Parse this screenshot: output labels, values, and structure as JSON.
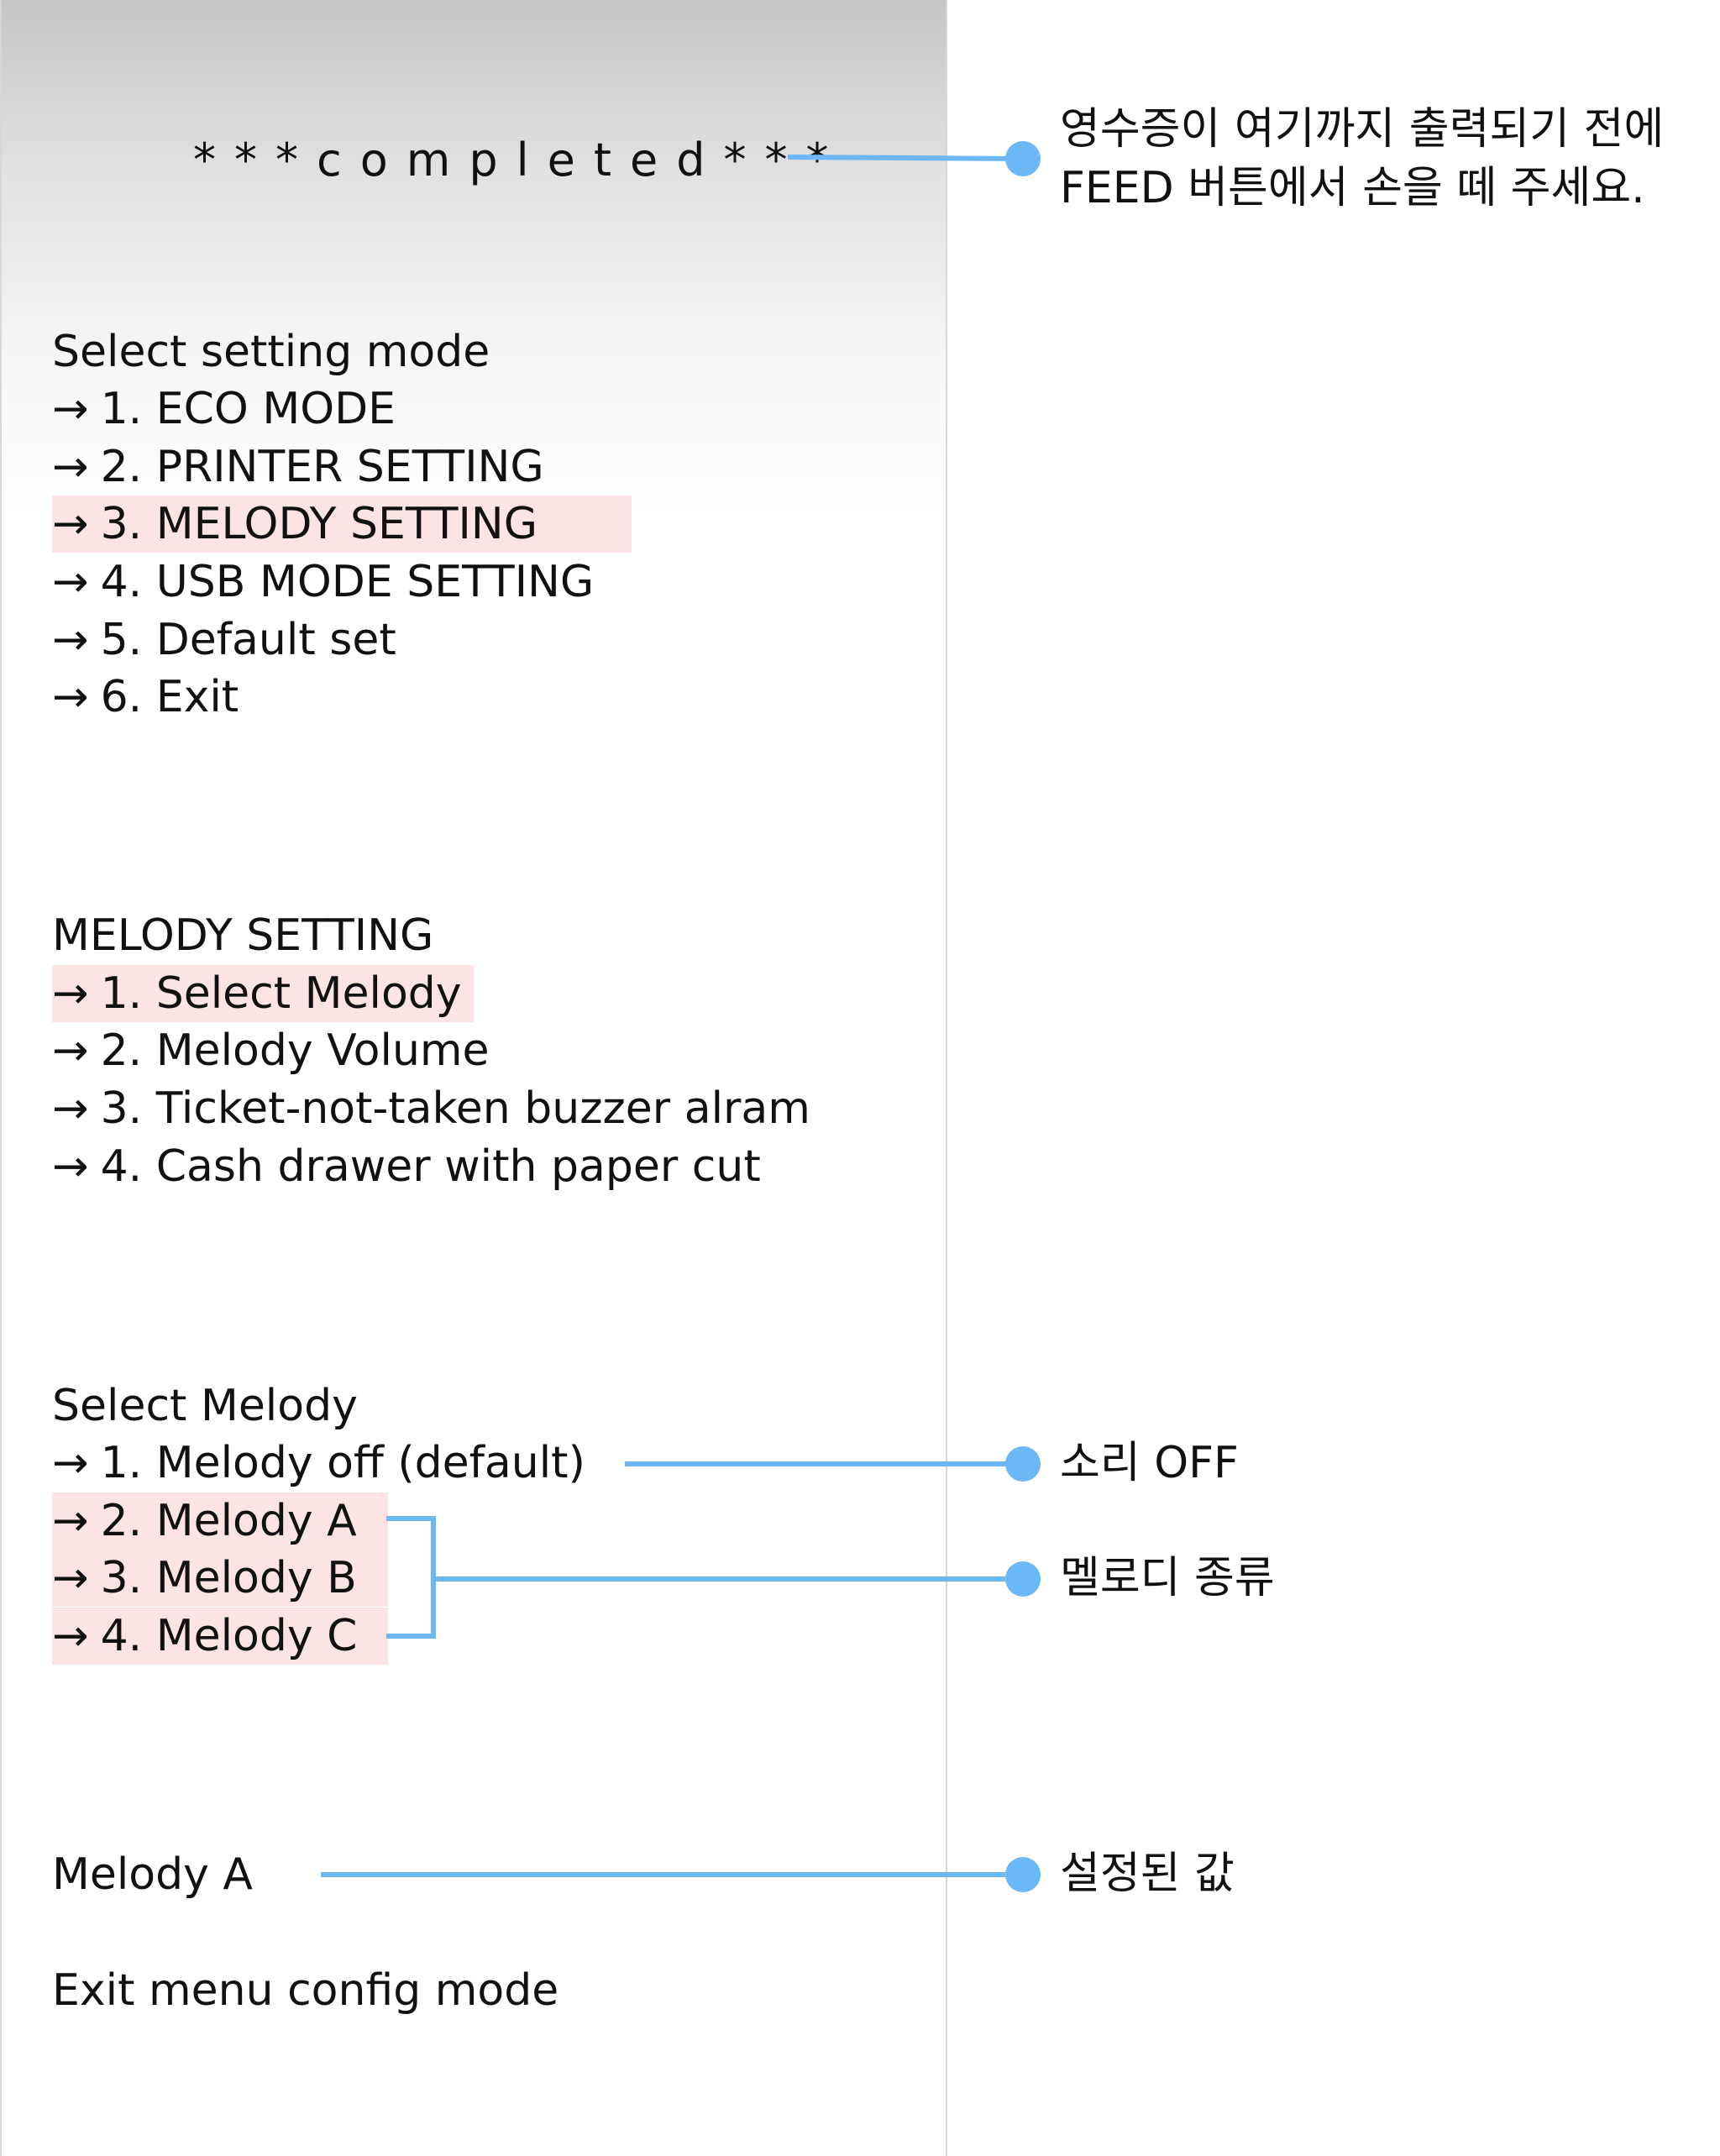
{
  "completed_text": "***completed***",
  "arrow_glyph": "→",
  "setting_mode": {
    "title": "Select setting mode",
    "items": [
      "1. ECO MODE",
      "2. PRINTER SETTING",
      "3. MELODY SETTING",
      "4. USB MODE SETTING",
      "5. Default set",
      "6. Exit"
    ]
  },
  "melody_setting": {
    "title": "MELODY SETTING",
    "items": [
      "1. Select Melody",
      "2. Melody Volume",
      "3. Ticket-not-taken buzzer alram",
      "4. Cash drawer with paper cut"
    ]
  },
  "select_melody": {
    "title": "Select Melody",
    "items": [
      "1. Melody off (default)",
      "2. Melody A",
      "3. Melody B",
      "4. Melody C"
    ]
  },
  "result": {
    "value": "Melody A",
    "exit": "Exit menu config mode"
  },
  "annotations": {
    "completed_note_1": "영수증이 여기까지 출력되기 전에",
    "completed_note_2": "FEED 버튼에서 손을 떼 주세요.",
    "sound_off": "소리 OFF",
    "melody_types": "멜로디 종류",
    "set_value": "설정된 값"
  },
  "colors": {
    "highlight": "#fce4e4",
    "callout": "#6cb8f6"
  }
}
